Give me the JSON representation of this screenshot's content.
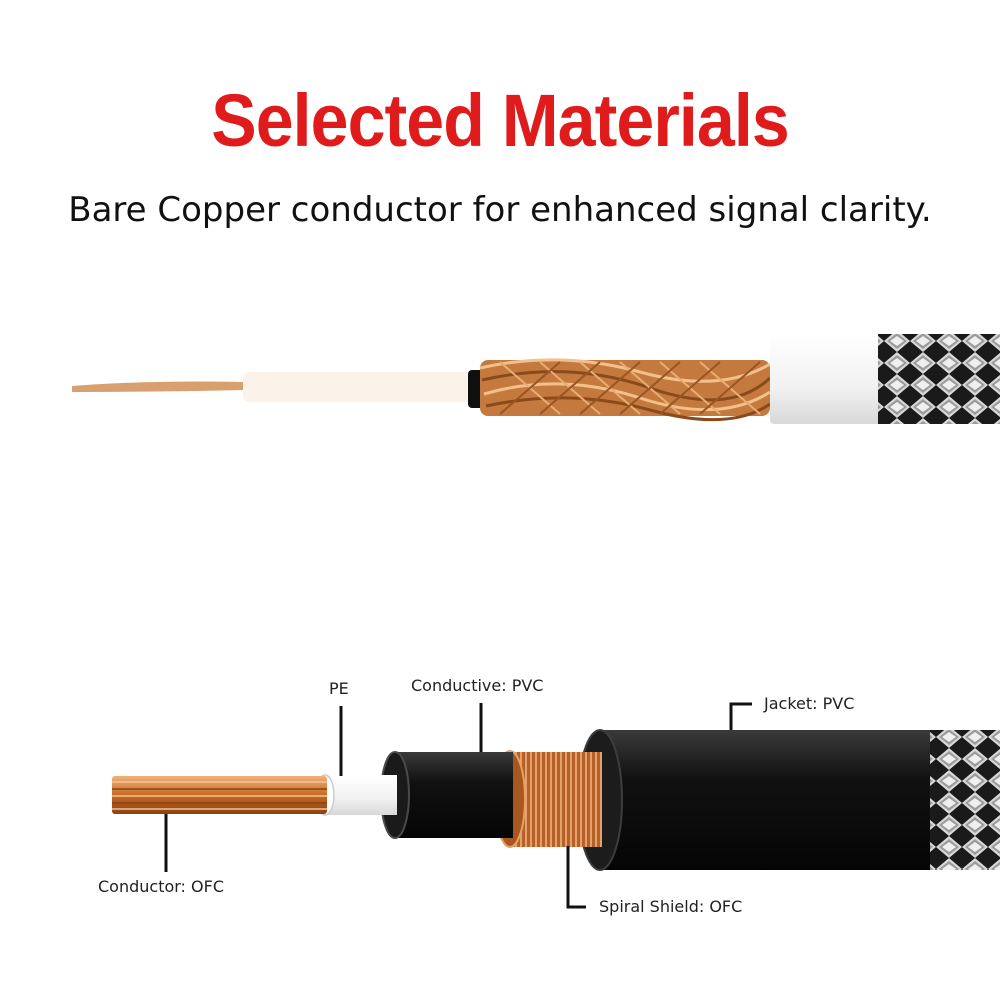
{
  "header": {
    "title": "Selected Materials",
    "subtitle": "Bare Copper conductor for enhanced signal clarity."
  },
  "labels": {
    "pe": "PE",
    "conductive": "Conductive: PVC",
    "jacket": "Jacket: PVC",
    "conductor": "Conductor: OFC",
    "shield": "Spiral Shield: OFC"
  },
  "colors": {
    "title_red": "#e01b1b",
    "copper": "#c9773a",
    "jacket_black": "#151515"
  }
}
